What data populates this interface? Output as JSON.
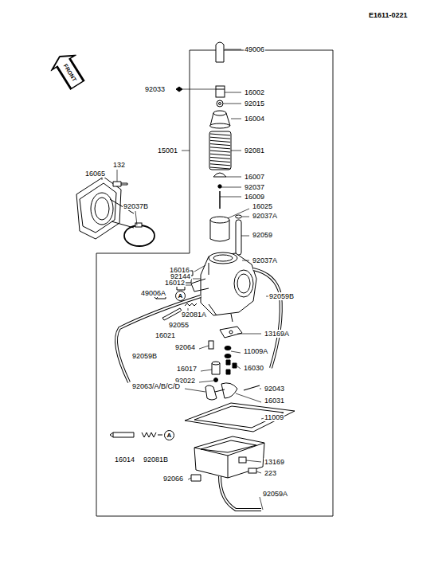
{
  "diagram": {
    "nodes": [
      {
        "text": [
          "FRONT"
        ]
      },
      {
        "text": [
          "A"
        ]
      },
      {
        "text": [
          "A"
        ]
      }
    ],
    "labels": [
      "E1611-0221",
      "49006",
      "92033",
      "16002",
      "92015",
      "16004",
      "15001",
      "92081",
      "132",
      "16065",
      "16007",
      "92037",
      "16009",
      "16025",
      "92037B",
      "92037A",
      "92059",
      "92037A",
      "16016",
      "92144",
      "16012",
      "49006A",
      "92059B",
      "92081A",
      "92055",
      "16021",
      "13169A",
      "92064",
      "11009A",
      "16030",
      "16017",
      "92059B",
      "92022",
      "92063/A/B/C/D",
      "92043",
      "16031",
      "11009",
      "16014",
      "92081B",
      "13169",
      "223",
      "92066",
      "92059A"
    ]
  }
}
